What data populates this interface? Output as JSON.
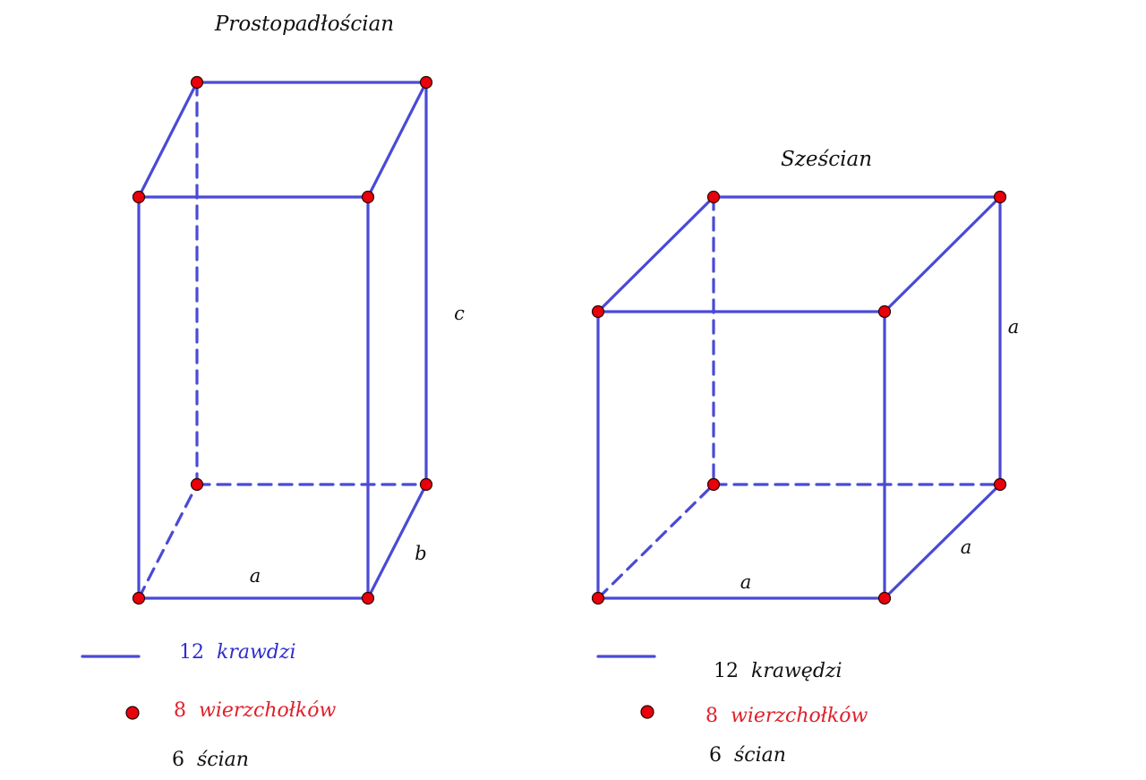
{
  "colors": {
    "edge": "#4a4ad6",
    "vertex": "#e8000b",
    "text": "#111111",
    "legend_edges": "#2e2ed0",
    "legend_vertices": "#e0202a"
  },
  "cuboid": {
    "title": "Prostopadłościan",
    "dims": {
      "a": "a",
      "b": "b",
      "c": "c"
    },
    "legend": {
      "edges_num": "12",
      "edges_word": "krawdzi",
      "vertices_num": "8",
      "vertices_word": "wierzchołków",
      "faces_num": "6",
      "faces_word": "ścian"
    }
  },
  "cube": {
    "title": "Sześcian",
    "dims": {
      "a1": "a",
      "a2": "a",
      "a3": "a"
    },
    "legend": {
      "edges_num": "12",
      "edges_word": "krawędzi",
      "vertices_num": "8",
      "vertices_word": "wierzchołków",
      "faces_num": "6",
      "faces_word": "ścian"
    }
  }
}
